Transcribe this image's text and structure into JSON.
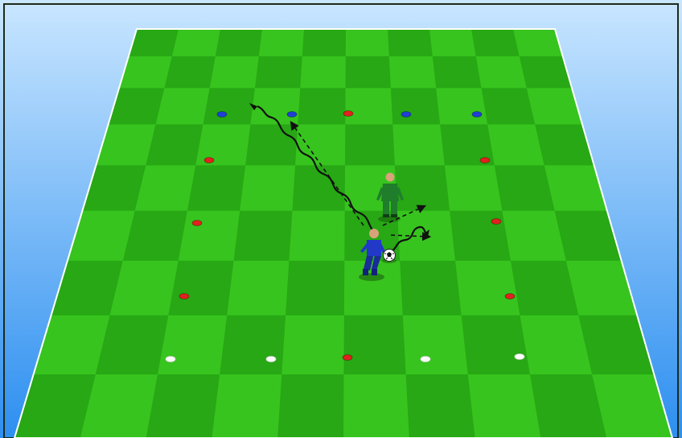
{
  "scene": {
    "sky_top": "#c9e6ff",
    "sky_bottom": "#2d8ff0",
    "grass_light": "#37c41e",
    "grass_dark": "#27a814",
    "line_color": "#ffffff",
    "frame_color": "#1c2a1c"
  },
  "cones": {
    "blue": "#1f3fd6",
    "red": "#e0211d",
    "white": "#ffffff"
  },
  "players": [
    {
      "role": "defender",
      "kit_color": "#1f7d2c",
      "icon": "defender-player-icon"
    },
    {
      "role": "attacker",
      "kit_color": "#2138c9",
      "icon": "attacker-player-icon"
    }
  ],
  "ball": {
    "icon": "soccer-ball-icon"
  },
  "markings": {
    "dribble_path": "wavy-dribble-line",
    "run_arrow": "dashed-arrow"
  }
}
